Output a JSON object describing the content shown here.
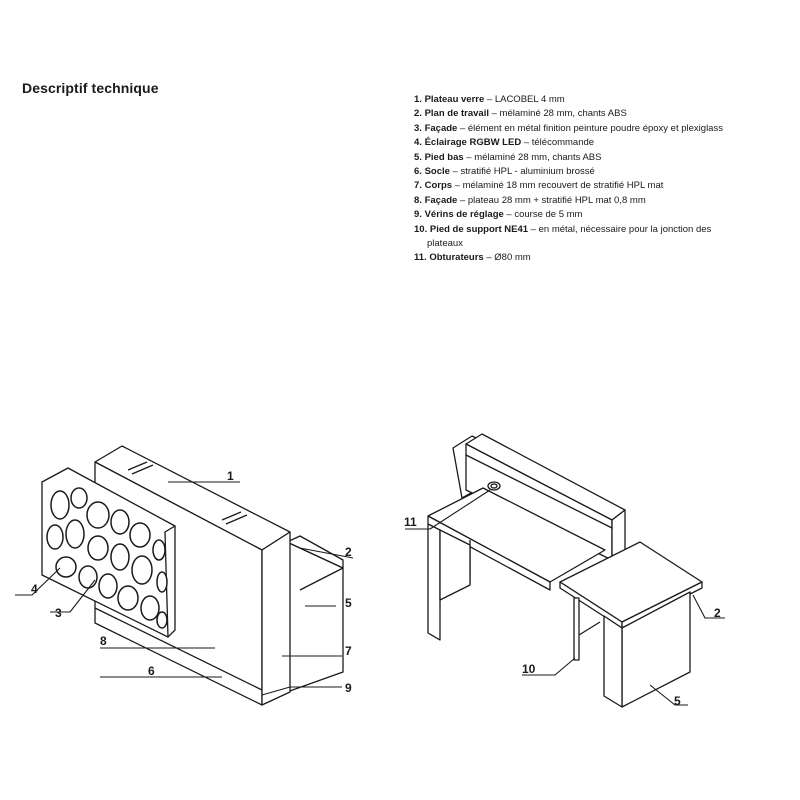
{
  "heading": "Descriptif technique",
  "specs": [
    {
      "num": "1.",
      "name": "Plateau verre",
      "desc": " – LACOBEL 4 mm"
    },
    {
      "num": "2.",
      "name": "Plan de travail",
      "desc": " – mélaminé 28 mm, chants ABS"
    },
    {
      "num": "3.",
      "name": "Façade",
      "desc": " – élément en métal finition peinture poudre époxy et plexiglass"
    },
    {
      "num": "4.",
      "name": "Éclairage RGBW LED",
      "desc": " – télécommande"
    },
    {
      "num": "5.",
      "name": "Pied bas",
      "desc": " – mélaminé 28 mm, chants ABS"
    },
    {
      "num": "6.",
      "name": "Socle",
      "desc": " – stratifié HPL - aluminium brossé"
    },
    {
      "num": "7.",
      "name": "Corps",
      "desc": " – mélaminé 18 mm recouvert de stratifié HPL mat"
    },
    {
      "num": "8.",
      "name": "Façade",
      "desc": " – plateau 28 mm + stratifié HPL mat 0,8 mm"
    },
    {
      "num": "9.",
      "name": "Vérins de réglage",
      "desc": " – course de 5 mm"
    },
    {
      "num": "10.",
      "name": "Pied de support NE41",
      "desc": " – en métal, nécessaire pour la jonction des",
      "desc_cont": "plateaux"
    },
    {
      "num": "11.",
      "name": "Obturateurs",
      "desc": " – Ø80 mm"
    }
  ],
  "front_view_labels": {
    "l1": "1",
    "l2": "2",
    "l3": "3",
    "l4": "4",
    "l5": "5",
    "l6": "6",
    "l7": "7",
    "l8": "8",
    "l9": "9"
  },
  "back_view_labels": {
    "l11": "11",
    "l2": "2",
    "l10": "10",
    "l5": "5"
  }
}
